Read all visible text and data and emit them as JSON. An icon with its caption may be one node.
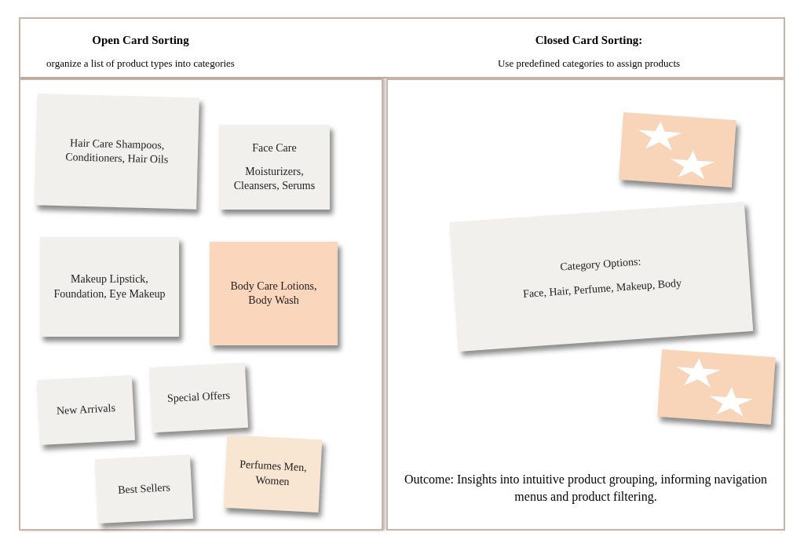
{
  "diagram": {
    "nodes": [
      {
        "text": [],
        "shape": "box"
      },
      {
        "text": [],
        "shape": "box"
      },
      {
        "text": [
          "Hair Care Shampoos, Conditioners, Hair Oils"
        ],
        "in": 0
      },
      {
        "text": [
          "Face Care",
          "Moisturizers, Cleansers, Serums"
        ],
        "in": 0
      },
      {
        "text": [
          "Makeup Lipstick, Foundation, Eye Makeup"
        ],
        "in": 0
      },
      {
        "text": [
          "Body Care Lotions, Body Wash"
        ],
        "in": 0
      },
      {
        "text": [
          "New Arrivals"
        ],
        "in": 0
      },
      {
        "text": [
          "Special Offers"
        ],
        "in": 0
      },
      {
        "text": [
          "Best Sellers"
        ],
        "in": 0
      },
      {
        "text": [
          "Perfumes Men, Women"
        ],
        "in": 0
      },
      {
        "text": [],
        "shape": "box",
        "in": 1
      },
      {
        "text": [
          "Category Options:",
          "Face, Hair, Perfume, Makeup, Body"
        ],
        "in": 1
      },
      {
        "text": [],
        "shape": "box",
        "in": 1
      }
    ],
    "labels": [
      "Open Card Sorting",
      "organize a list of product types into categories",
      "Closed Card Sorting:",
      "Use predefined categories to assign products",
      "Outcome: Insights into intuitive product grouping, informing navigation menus and product filtering."
    ]
  }
}
